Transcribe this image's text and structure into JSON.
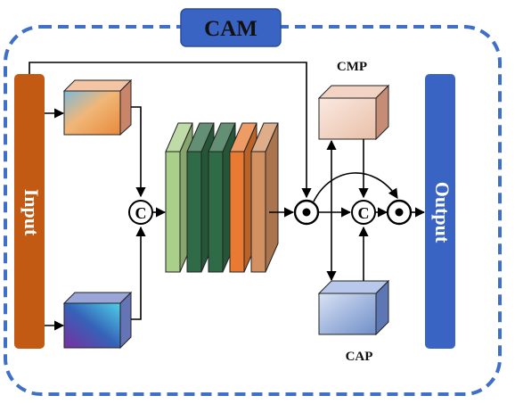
{
  "title": "CAM",
  "input_label": "Input",
  "output_label": "Output",
  "cmp_label": "CMP",
  "cap_label": "CAP",
  "concat_symbol": "C",
  "multiply_symbol": "•",
  "colors": {
    "frame": "#3f6fc6",
    "title_box": "#3a64c4",
    "input_bar": "#c35a14",
    "output_bar": "#3a64c4",
    "layer_1": "#a9cf8a",
    "layer_2": "#2f6b46",
    "layer_3": "#2f6b46",
    "layer_4": "#ea7a32",
    "layer_5": "#d39161"
  }
}
